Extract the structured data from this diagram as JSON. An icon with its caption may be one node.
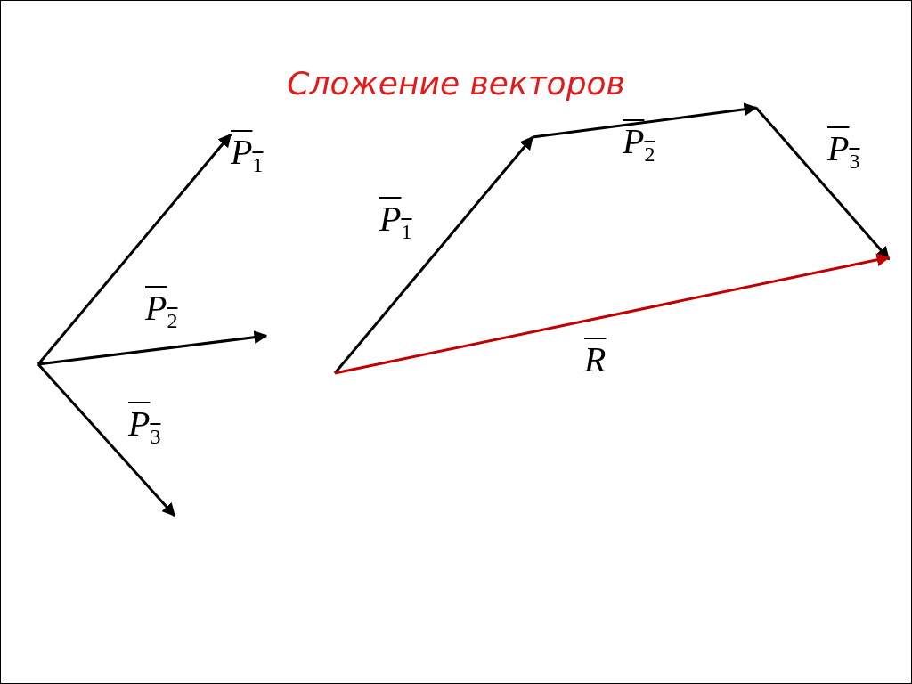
{
  "diagram": {
    "title": "Сложение векторов",
    "labels": [
      "P$_{1}$",
      "P$_{2}$",
      "P$_{3}$",
      "P$_{1}$",
      "P$_{2}$",
      "P$_{3}$",
      "R"
    ]
  }
}
